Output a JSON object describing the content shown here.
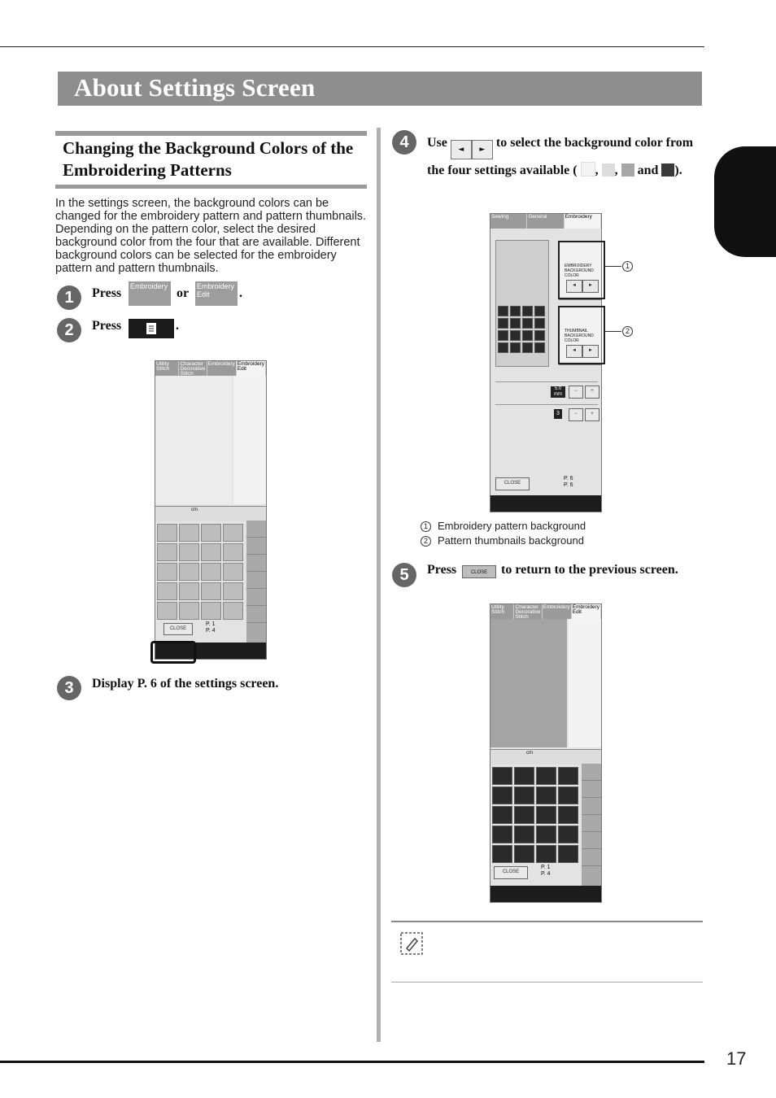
{
  "page": {
    "title": "About Settings Screen",
    "number": "17"
  },
  "section": {
    "title": "Changing the Background Colors of the Embroidering Patterns",
    "intro": "In the settings screen, the background colors can be changed for the embroidery pattern and pattern thumbnails. Depending on the pattern color, select the desired background color from the four that are available. Different background colors can be selected for the embroidery pattern and pattern thumbnails."
  },
  "steps": [
    {
      "num": "1",
      "text_a": "Press",
      "btn1": "Embroidery",
      "text_b": "or",
      "btn2": "Embroidery Edit",
      "text_c": "."
    },
    {
      "num": "2",
      "text_a": "Press",
      "text_c": "."
    },
    {
      "num": "3",
      "text": "Display P. 6 of the settings screen."
    },
    {
      "num": "4",
      "text_a": "Use",
      "text_b": "to select the background color from the four settings available (",
      "text_c": "and",
      "text_d": ")."
    },
    {
      "num": "5",
      "text_a": "Press",
      "btn": "CLOSE",
      "text_b": "to return to the previous screen."
    }
  ],
  "swatches": [
    "#f4f4f4",
    "#dcdcdc",
    "#a6a6a6",
    "#3a3a3a"
  ],
  "callouts": [
    {
      "num": "1",
      "label": "Embroidery pattern background"
    },
    {
      "num": "2",
      "label": "Pattern thumbnails background"
    }
  ],
  "screen_a": {
    "tabs": [
      "Utility Stitch",
      "Character Decorative Stitch",
      "Embroidery",
      "Embroidery Edit"
    ],
    "unit": "cm",
    "close": "CLOSE",
    "page_top": "P. 1",
    "page_bottom": "P. 4"
  },
  "screen_b": {
    "tabs": [
      "Sewing",
      "General",
      "Embroidery"
    ],
    "label1": "EMBROIDERY BACKGROUND COLOR",
    "label2": "THUMBNAIL BACKGROUND COLOR",
    "value1": "5.0",
    "unit1": "mm",
    "value2": "3",
    "close": "CLOSE",
    "page_top": "P. 6",
    "page_bottom": "P. 6"
  },
  "screen_c": {
    "tabs": [
      "Utility Stitch",
      "Character Decorative Stitch",
      "Embroidery",
      "Embroidery Edit"
    ],
    "unit": "cm",
    "close": "CLOSE",
    "page_top": "P. 1",
    "page_bottom": "P. 4"
  },
  "icons": [
    "settings-icon",
    "memo-icon",
    "left-arrow-icon",
    "right-arrow-icon"
  ]
}
